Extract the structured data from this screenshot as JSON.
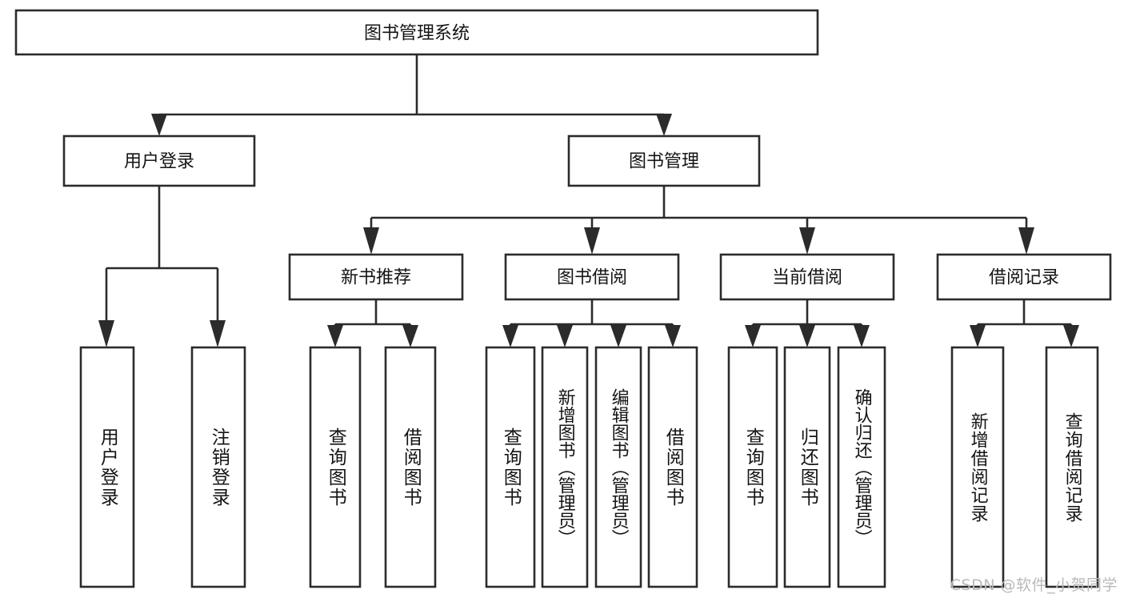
{
  "diagram": {
    "title": "图书管理系统",
    "type": "tree-hierarchy-diagram",
    "watermark": "CSDN @软件_小贺同学",
    "colors": {
      "background": "#ffffff",
      "box_fill": "#ffffff",
      "box_stroke": "#2b2b2b",
      "text": "#141414",
      "watermark": "#b9b9b9"
    },
    "root": {
      "label": "图书管理系统"
    },
    "level2": [
      {
        "id": "user-login",
        "label": "用户登录"
      },
      {
        "id": "book-manage",
        "label": "图书管理"
      }
    ],
    "level3": [
      {
        "id": "new-book-recommend",
        "label": "新书推荐"
      },
      {
        "id": "book-borrow",
        "label": "图书借阅"
      },
      {
        "id": "current-borrow",
        "label": "当前借阅"
      },
      {
        "id": "borrow-record",
        "label": "借阅记录"
      }
    ],
    "leaves": [
      {
        "id": "leaf-user-login",
        "label": "用户登录",
        "parent": "user-login"
      },
      {
        "id": "leaf-logout-login",
        "label": "注销登录",
        "parent": "user-login"
      },
      {
        "id": "leaf-query-book-1",
        "label": "查询图书",
        "parent": "new-book-recommend"
      },
      {
        "id": "leaf-borrow-book-1",
        "label": "借阅图书",
        "parent": "new-book-recommend"
      },
      {
        "id": "leaf-query-book-2",
        "label": "查询图书",
        "parent": "book-borrow"
      },
      {
        "id": "leaf-add-book-admin",
        "label": "新增图书（管理员）",
        "parent": "book-borrow"
      },
      {
        "id": "leaf-edit-book-admin",
        "label": "编辑图书（管理员）",
        "parent": "book-borrow"
      },
      {
        "id": "leaf-borrow-book-2",
        "label": "借阅图书",
        "parent": "book-borrow"
      },
      {
        "id": "leaf-query-book-3",
        "label": "查询图书",
        "parent": "current-borrow"
      },
      {
        "id": "leaf-return-book",
        "label": "归还图书",
        "parent": "current-borrow"
      },
      {
        "id": "leaf-confirm-return-admin",
        "label": "确认归还（管理员）",
        "parent": "current-borrow"
      },
      {
        "id": "leaf-add-borrow-record",
        "label": "新增借阅记录",
        "parent": "borrow-record"
      },
      {
        "id": "leaf-query-borrow-record",
        "label": "查询借阅记录",
        "parent": "borrow-record"
      }
    ]
  }
}
